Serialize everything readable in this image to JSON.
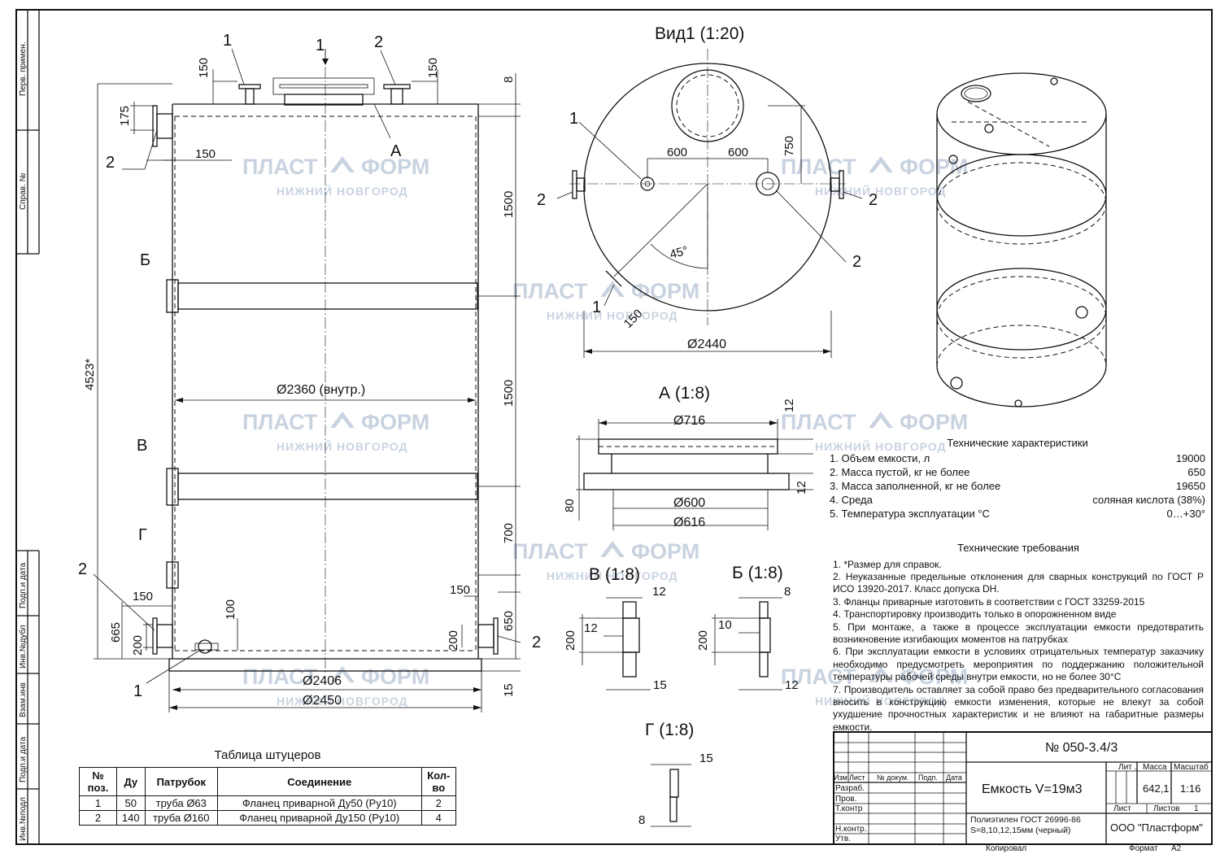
{
  "watermark": {
    "brand_left": "ПЛАСТ",
    "brand_right": "ФОРМ",
    "city": "НИЖНИЙ НОВГОРОД"
  },
  "side_strip": {
    "top": [
      "Перв. примен.",
      "Справ. №"
    ],
    "bottom": [
      "Подп.и дата",
      "Инв.№дубл",
      "Взам.инв",
      "Подп.и дата",
      "Инв.№подл"
    ]
  },
  "main_view": {
    "labels": {
      "nozzle1_top": "1",
      "arrow1": "1",
      "nozzle2_top": "2",
      "nozzle2_left": "2",
      "detail_a": "А",
      "section_b": "Б",
      "section_v": "В",
      "section_g": "Г",
      "nozzle2_bottom_left": "2",
      "nozzle1_bottom": "1",
      "nozzle2_bottom_right": "2"
    },
    "dims": {
      "d150a": "150",
      "d150b": "150",
      "d175": "175",
      "d150c": "150",
      "d8": "8",
      "d1500a": "1500",
      "d1500b": "1500",
      "d4523": "4523*",
      "d700": "700",
      "d2360": "Ø2360 (внутр.)",
      "d150d": "150",
      "d150e": "150",
      "d100": "100",
      "d665": "665",
      "d200a": "200",
      "d200b": "200",
      "d650": "650",
      "d15": "15",
      "d2406": "Ø2406",
      "d2450": "Ø2450"
    }
  },
  "top_view": {
    "title": "Вид1 (1:20)",
    "labels": {
      "n1a": "1",
      "n2a": "2",
      "n2b": "2",
      "n2c": "2",
      "n1b": "1"
    },
    "dims": {
      "d600a": "600",
      "d600b": "600",
      "d750": "750",
      "d45": "45°",
      "d150": "150",
      "d2440": "Ø2440"
    }
  },
  "detail_a": {
    "title": "А (1:8)",
    "dims": {
      "d716": "Ø716",
      "d12a": "12",
      "d80": "80",
      "d12b": "12",
      "d600": "Ø600",
      "d616": "Ø616"
    }
  },
  "detail_v": {
    "title": "В (1:8)",
    "dims": {
      "d12a": "12",
      "d12b": "12",
      "d200": "200",
      "d15": "15"
    }
  },
  "detail_b": {
    "title": "Б (1:8)",
    "dims": {
      "d8": "8",
      "d10": "10",
      "d200": "200",
      "d12": "12"
    }
  },
  "detail_g": {
    "title": "Г (1:8)",
    "dims": {
      "d15": "15",
      "d8": "8"
    }
  },
  "specs": {
    "title": "Технические характеристики",
    "rows": [
      {
        "label": "1.  Объем емкости, л",
        "value": "19000"
      },
      {
        "label": "2.  Масса пустой, кг не более",
        "value": "650"
      },
      {
        "label": "3.  Масса заполненной, кг не более",
        "value": "19650"
      },
      {
        "label": "4.  Среда",
        "value": "соляная кислота (38%)"
      },
      {
        "label": "5.  Температура эксплуатации °С",
        "value": "0…+30°"
      }
    ]
  },
  "requirements": {
    "title": "Технические требования",
    "items": [
      "1. *Размер для справок.",
      "2.  Неуказанные предельные отклонения для сварных конструкций по ГОСТ Р ИСО 13920-2017. Класс допуска  DH.",
      "3. Фланцы приварные изготовить в соответствии с ГОСТ 33259-2015",
      "4. Транспортировку производить только в опорожненном виде",
      "5.  При монтаже, а также в процессе эксплуатации емкости предотвратить возникновение изгибающих моментов на патрубках",
      "6. При эксплуатации емкости в условиях отрицательных температур заказчику необходимо предусмотреть мероприятия по поддержанию положительной температуры рабочей среды внутри емкости, но не более 30°С",
      "7.  Производитель оставляет за собой право без предварительного согласования вносить в конструкцию емкости изменения, которые не влекут за собой  ухудшение прочностных характеристик и не влияют на габаритные размеры емкости."
    ]
  },
  "nozzle_table": {
    "title": "Таблица штуцеров",
    "headers": [
      "№ поз.",
      "Ду",
      "Патрубок",
      "Соединение",
      "Кол-во"
    ],
    "rows": [
      [
        "1",
        "50",
        "труба Ø63",
        "Фланец приварной Ду50 (Ру10)",
        "2"
      ],
      [
        "2",
        "140",
        "труба Ø160",
        "Фланец приварной Ду150 (Ру10)",
        "4"
      ]
    ]
  },
  "title_block": {
    "doc_number": "№ 050-3.4/3",
    "product": "Емкость V=19м3",
    "material_line1": "Полиэтилен ГОСТ 26996-86",
    "material_line2": "S=8,10,12,15мм (черный)",
    "company": "ООО \"Пластформ\"",
    "lit_label": "Лит .",
    "mass_label": "Масса",
    "scale_label": "Масштаб",
    "mass_value": "642,1",
    "scale_value": "1:16",
    "sheet_label": "Лист",
    "sheets_label": "Листов",
    "sheets_value": "1",
    "col_izm": "Изм.",
    "col_list": "Лист",
    "col_docnum": "№ докум.",
    "col_sign": "Подп.",
    "col_date": "Дата",
    "role_razrab": "Разраб.",
    "role_prov": "Пров.",
    "role_tkontr": "Т.контр",
    "role_nkontr": "Н.контр.",
    "role_utv": "Утв.",
    "copied": "Копировал",
    "format_label": "Формат",
    "format_value": "А2"
  }
}
